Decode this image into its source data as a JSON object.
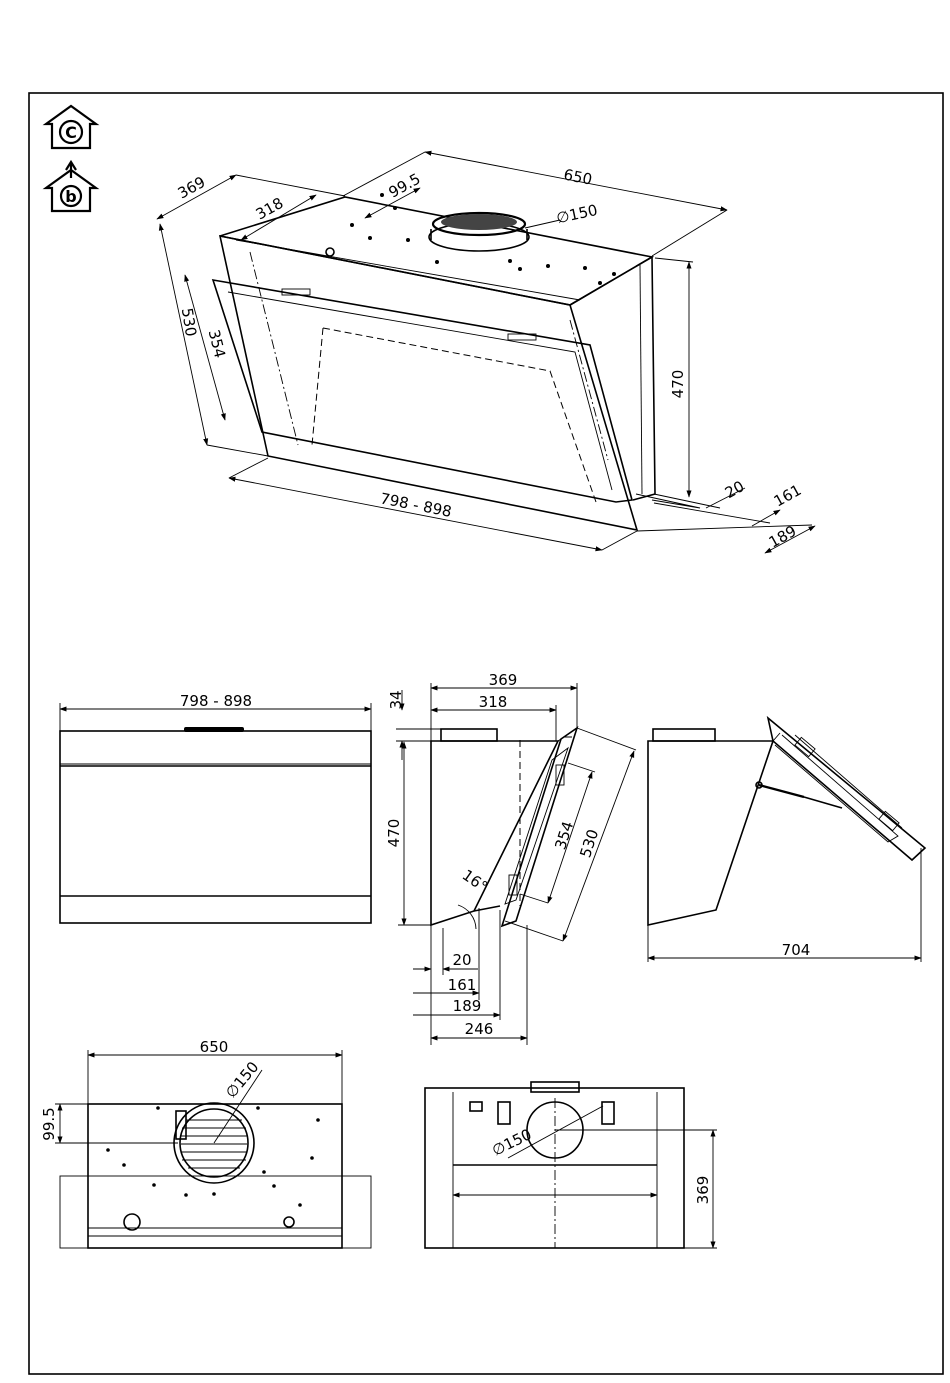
{
  "icons": [
    {
      "name": "recirculation-mode-icon",
      "letter": "C"
    },
    {
      "name": "extraction-mode-icon",
      "letter": "b"
    }
  ],
  "iso_view": {
    "width_top": "650",
    "depth_total": "369",
    "depth_inner": "318",
    "duct_offset": "99.5",
    "duct_diameter": "∅150",
    "height_body": "470",
    "glass_height": "530",
    "glass_inner_height": "354",
    "flue_range": "798  -  898",
    "offset_20": "20",
    "offset_161": "161",
    "offset_189": "189"
  },
  "front_view": {
    "flue_range": "798  -  898"
  },
  "side_view": {
    "depth_total": "369",
    "depth_inner": "318",
    "top_gap": "34",
    "height": "470",
    "panel_inner": "354",
    "panel_outer": "530",
    "angle": "16°",
    "bottom_20": "20",
    "bottom_161": "161",
    "bottom_189": "189",
    "bottom_246": "246"
  },
  "open_view": {
    "open_depth": "704"
  },
  "top_view": {
    "width": "650",
    "duct_offset": "99.5",
    "duct_diameter": "∅150"
  },
  "bottom_view": {
    "depth": "369",
    "duct_diameter": "∅150"
  }
}
